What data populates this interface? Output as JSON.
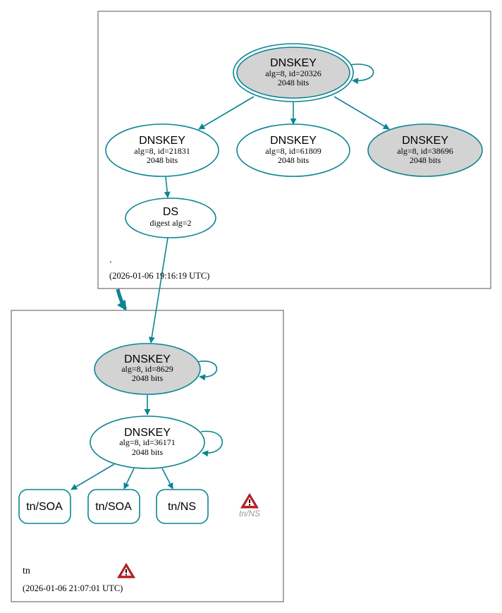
{
  "colors": {
    "edge": "#0a8593",
    "node_fill_secure": "#d3d3d3",
    "node_fill": "#ffffff",
    "zone_border": "#555555",
    "warning": "#cc2222"
  },
  "zones": {
    "root": {
      "label": ".",
      "timestamp": "(2026-01-06 19:16:19 UTC)"
    },
    "tn": {
      "label": "tn",
      "timestamp": "(2026-01-06 21:07:01 UTC)",
      "warning_icon": "warning-triangle-icon"
    }
  },
  "nodes": {
    "root_ksk": {
      "title": "DNSKEY",
      "line1": "alg=8, id=20326",
      "line2": "2048 bits"
    },
    "root_zsk1": {
      "title": "DNSKEY",
      "line1": "alg=8, id=21831",
      "line2": "2048 bits"
    },
    "root_zsk2": {
      "title": "DNSKEY",
      "line1": "alg=8, id=61809",
      "line2": "2048 bits"
    },
    "root_zsk3": {
      "title": "DNSKEY",
      "line1": "alg=8, id=38696",
      "line2": "2048 bits"
    },
    "ds": {
      "title": "DS",
      "line1": "digest alg=2"
    },
    "tn_ksk": {
      "title": "DNSKEY",
      "line1": "alg=8, id=8629",
      "line2": "2048 bits"
    },
    "tn_zsk": {
      "title": "DNSKEY",
      "line1": "alg=8, id=36171",
      "line2": "2048 bits"
    }
  },
  "rrsets": [
    {
      "label": "tn/SOA"
    },
    {
      "label": "tn/SOA"
    },
    {
      "label": "tn/NS"
    }
  ],
  "warning_rrset": {
    "label": "tn/NS",
    "icon": "warning-triangle-icon"
  }
}
